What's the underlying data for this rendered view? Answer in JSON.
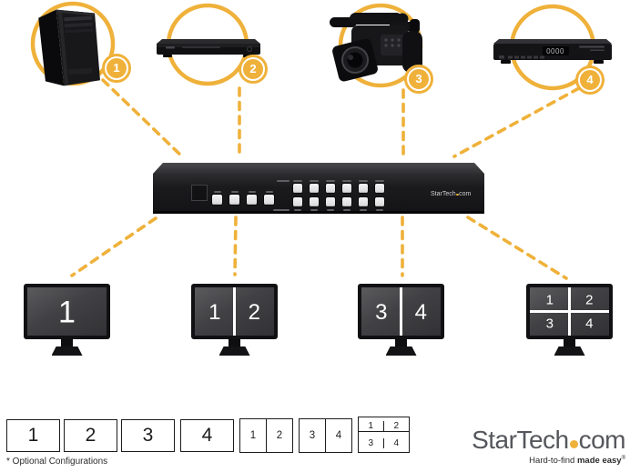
{
  "diagram": {
    "sources": [
      {
        "badge": "1",
        "device": "computer-tower"
      },
      {
        "badge": "2",
        "device": "blu-ray-player"
      },
      {
        "badge": "3",
        "device": "camcorder"
      },
      {
        "badge": "4",
        "device": "set-top-box",
        "display": "0000"
      }
    ],
    "switch": {
      "brand": "StarTech",
      "brand_suffix": "com"
    },
    "displays": [
      {
        "layout": "single",
        "panes": [
          "1"
        ]
      },
      {
        "layout": "split-2",
        "panes": [
          "1",
          "2"
        ]
      },
      {
        "layout": "split-2",
        "panes": [
          "3",
          "4"
        ]
      },
      {
        "layout": "quad",
        "panes": [
          "1",
          "2",
          "3",
          "4"
        ]
      }
    ]
  },
  "configurations": {
    "note": "* Optional Configurations",
    "boxes": [
      {
        "type": "single",
        "cells": [
          "1"
        ]
      },
      {
        "type": "single",
        "cells": [
          "2"
        ]
      },
      {
        "type": "single",
        "cells": [
          "3"
        ]
      },
      {
        "type": "single",
        "cells": [
          "4"
        ]
      },
      {
        "type": "split",
        "cells": [
          "1",
          "2"
        ]
      },
      {
        "type": "split",
        "cells": [
          "3",
          "4"
        ]
      },
      {
        "type": "quad",
        "cells": [
          "1",
          "2",
          "3",
          "4"
        ]
      }
    ]
  },
  "footer": {
    "brand": "StarTech",
    "brand_suffix": "com",
    "tagline_text": "Hard-to-find ",
    "tagline_bold": "made easy",
    "tagline_mark": "®"
  },
  "colors": {
    "accent": "#EFB13A",
    "logo_gray": "#55575C"
  }
}
